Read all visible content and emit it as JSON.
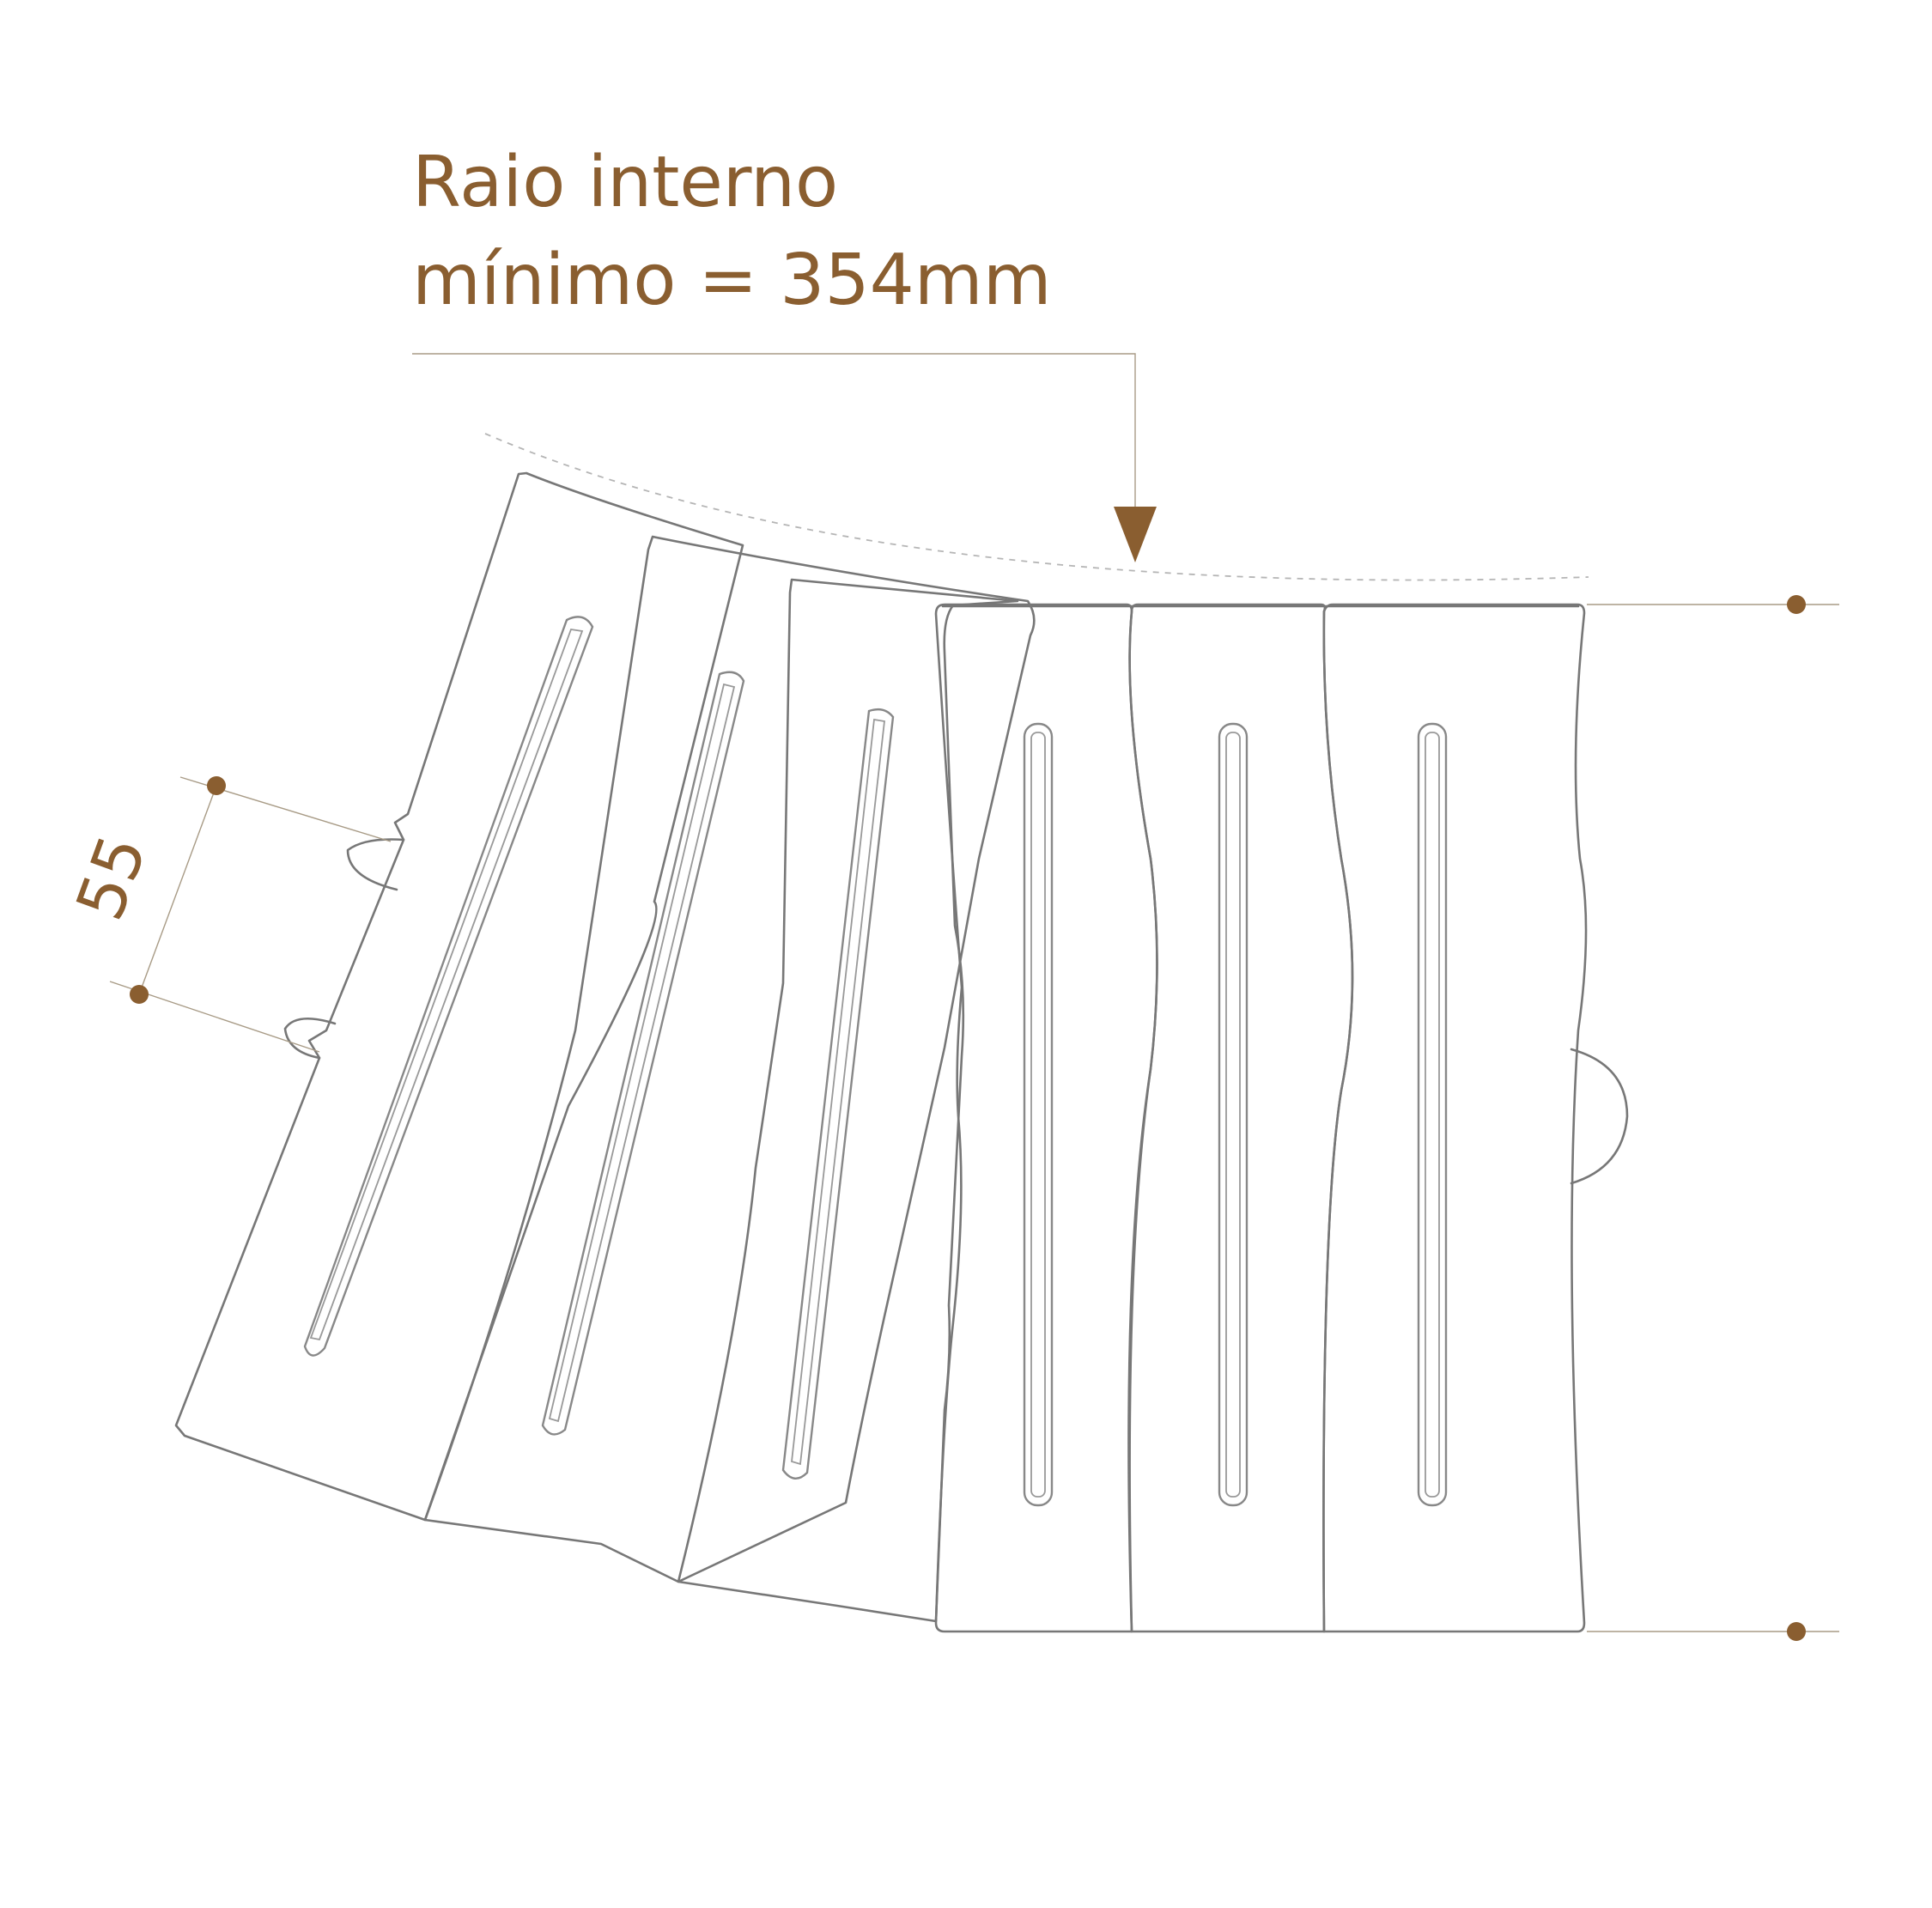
{
  "annotation": {
    "line1": "Raio interno",
    "line2": "mínimo = 354mm"
  },
  "dimension": {
    "value": "55"
  },
  "colors": {
    "accent": "#8a5e30",
    "outline": "#777777",
    "leader": "#a89b86"
  },
  "segments": {
    "straight_count": 3,
    "angled_count": 3
  }
}
